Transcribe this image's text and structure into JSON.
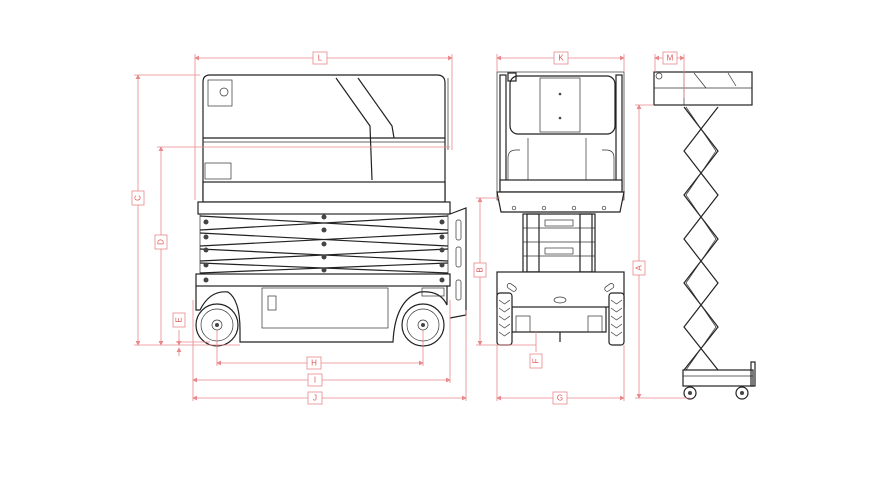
{
  "drawing": {
    "dimension_labels": {
      "L": "L",
      "K": "K",
      "M": "M",
      "C": "C",
      "D": "D",
      "E": "E",
      "H": "H",
      "I": "I",
      "J": "J",
      "B": "B",
      "F": "F",
      "G": "G",
      "A": "A"
    },
    "colors": {
      "dimension": "#e8898b",
      "line": "#222222",
      "background": "#ffffff"
    }
  }
}
